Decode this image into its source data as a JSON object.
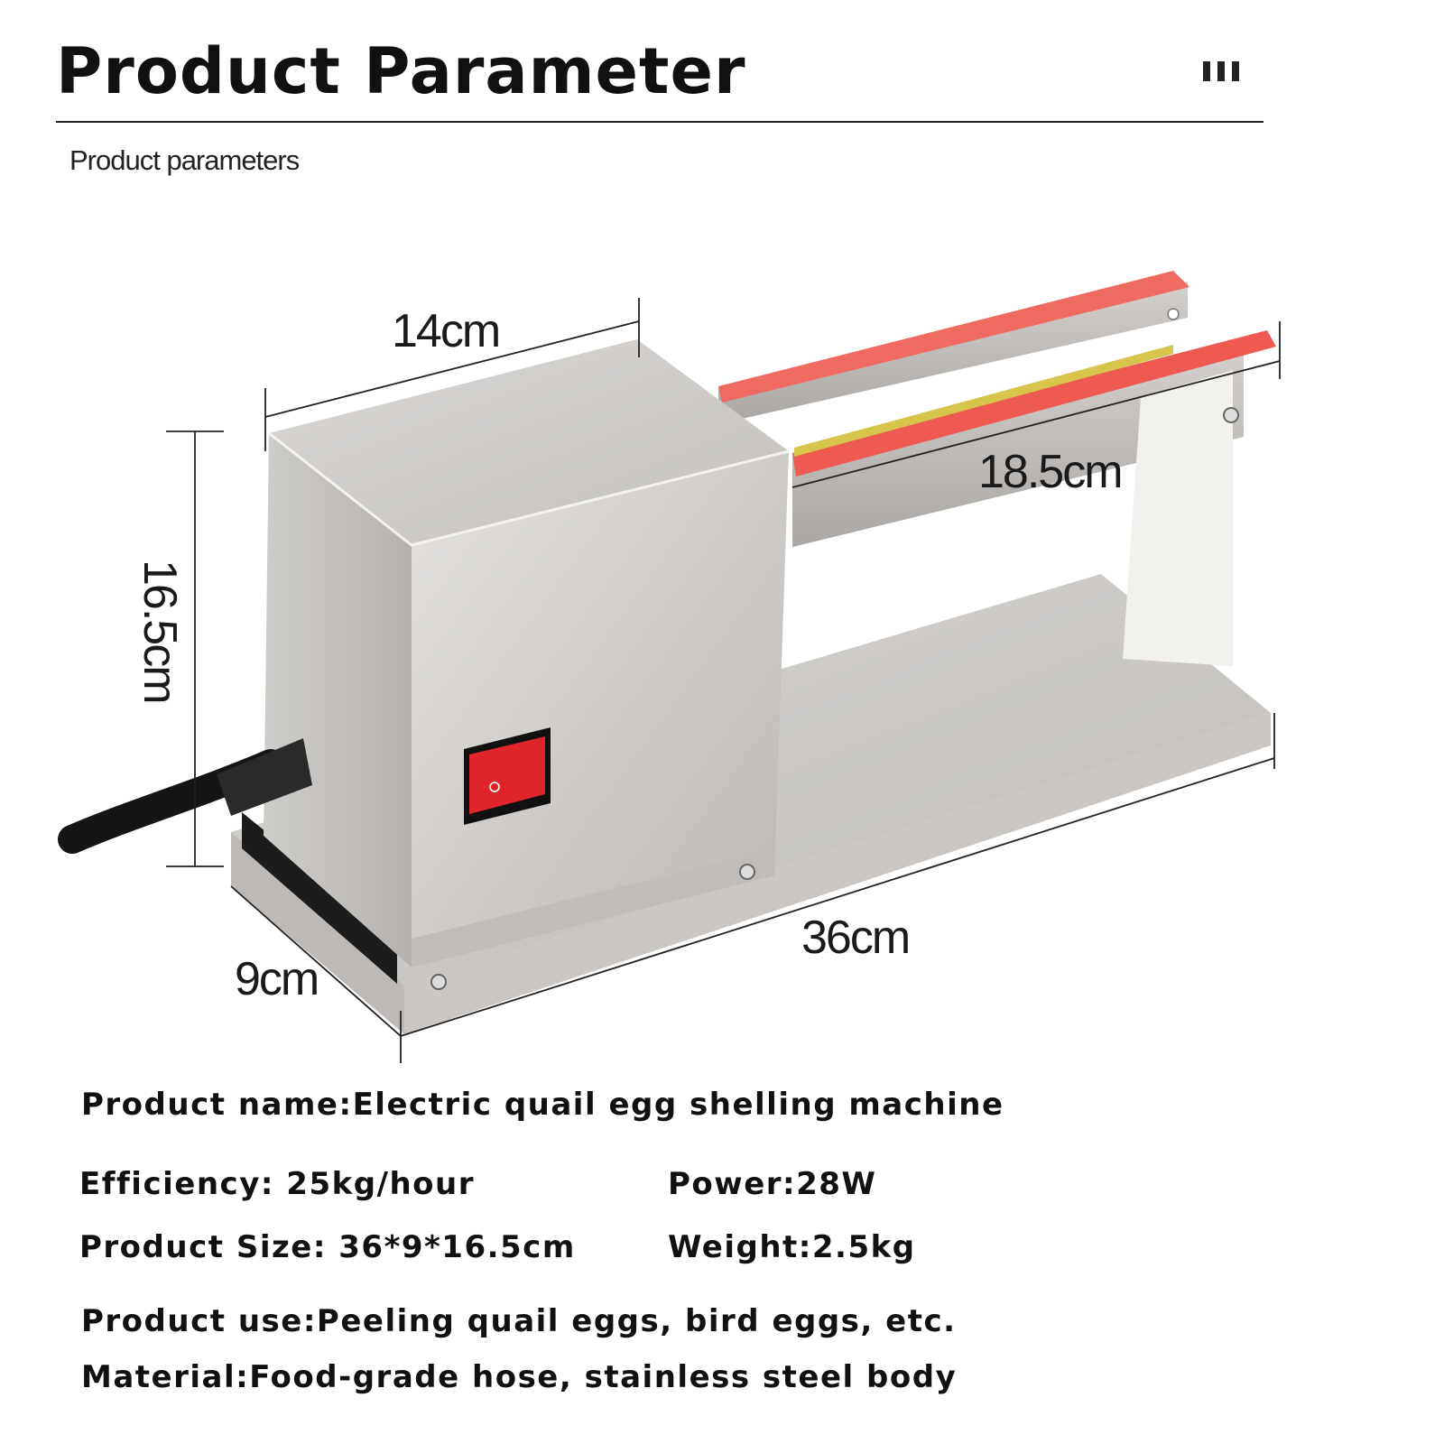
{
  "header": {
    "title": "Product Parameter",
    "subtitle": "Product parameters"
  },
  "dimensions": {
    "width": "14cm",
    "height": "16.5cm",
    "track_length": "18.5cm",
    "length": "36cm",
    "depth": "9cm"
  },
  "specs": {
    "name": "Product name:Electric quail egg shelling machine",
    "efficiency": "Efficiency: 25kg/hour",
    "power": "Power:28W",
    "size": "Product Size: 36*9*16.5cm",
    "weight": "Weight:2.5kg",
    "use": "Product use:Peeling quail eggs, bird eggs, etc.",
    "material": "Material:Food-grade hose, stainless steel body"
  },
  "colors": {
    "steel": "#c9c6c3",
    "rail_red": "#ee5a52",
    "switch_red": "#e0242c"
  }
}
